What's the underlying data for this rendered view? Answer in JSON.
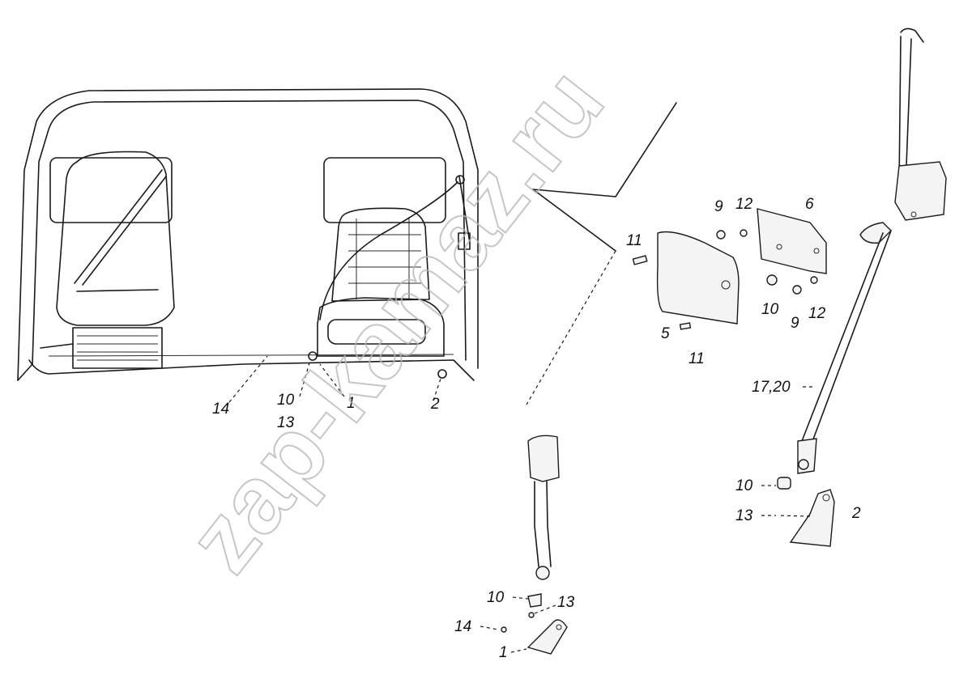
{
  "watermark": "zap-kamaz.ru",
  "labels": {
    "cab": {
      "l14": "14",
      "l10": "10",
      "l13": "13",
      "l1": "1",
      "l2": "2"
    },
    "bracket": {
      "l9a": "9",
      "l12a": "12",
      "l6": "6",
      "l11a": "11",
      "l10": "10",
      "l9b": "9",
      "l12b": "12",
      "l5": "5",
      "l11b": "11"
    },
    "belt": {
      "l1720": "17,20",
      "l10": "10",
      "l13": "13",
      "l2": "2"
    },
    "buckle": {
      "l10": "10",
      "l13": "13",
      "l14": "14",
      "l1": "1"
    }
  }
}
